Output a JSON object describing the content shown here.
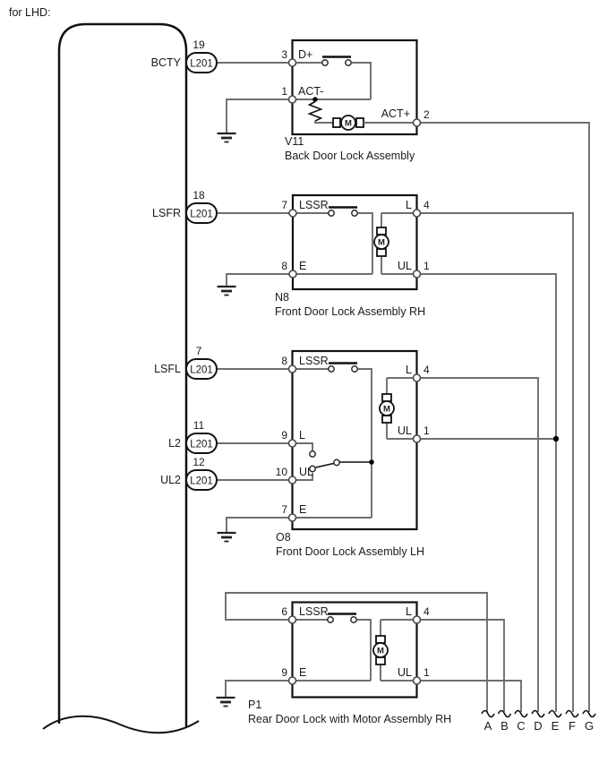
{
  "page": {
    "title": "for LHD:"
  },
  "ecu": {
    "pins": [
      {
        "signal": "BCTY",
        "pin": "19",
        "conn": "L201"
      },
      {
        "signal": "LSFR",
        "pin": "18",
        "conn": "L201"
      },
      {
        "signal": "LSFL",
        "pin": "7",
        "conn": "L201"
      },
      {
        "signal": "L2",
        "pin": "11",
        "conn": "L201"
      },
      {
        "signal": "UL2",
        "pin": "12",
        "conn": "L201"
      }
    ]
  },
  "components": {
    "v11": {
      "id": "V11",
      "name": "Back Door Lock Assembly",
      "pin_dplus": "3",
      "pin_actminus": "1",
      "pin_actplus": "2",
      "lbl_dplus": "D+",
      "lbl_actminus": "ACT-",
      "lbl_actplus": "ACT+"
    },
    "n8": {
      "id": "N8",
      "name": "Front Door Lock Assembly RH",
      "pin_lssr": "7",
      "pin_e": "8",
      "pin_l": "4",
      "pin_ul": "1",
      "lbl_lssr": "LSSR",
      "lbl_e": "E",
      "lbl_l": "L",
      "lbl_ul": "UL"
    },
    "o8": {
      "id": "O8",
      "name": "Front Door Lock Assembly LH",
      "pin_lssr": "8",
      "pin_l_in": "9",
      "pin_ul_in": "10",
      "pin_e": "7",
      "pin_l": "4",
      "pin_ul": "1",
      "lbl_lssr": "LSSR",
      "lbl_l_in": "L",
      "lbl_ul_in": "UL",
      "lbl_e": "E",
      "lbl_l": "L",
      "lbl_ul": "UL"
    },
    "p1": {
      "id": "P1",
      "name": "Rear Door Lock with Motor Assembly RH",
      "pin_lssr": "6",
      "pin_e": "9",
      "pin_l": "4",
      "pin_ul": "1",
      "lbl_lssr": "LSSR",
      "lbl_e": "E",
      "lbl_l": "L",
      "lbl_ul": "UL"
    }
  },
  "motor_label": "M",
  "branches": [
    "A",
    "B",
    "C",
    "D",
    "E",
    "F",
    "G"
  ]
}
